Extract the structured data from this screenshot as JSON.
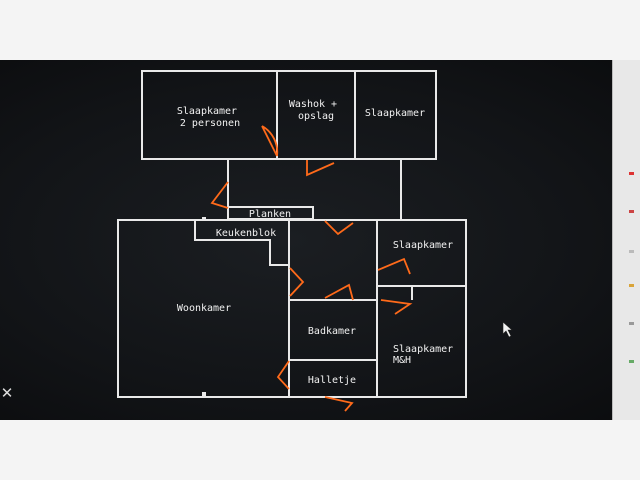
{
  "floorplan": {
    "rooms": [
      {
        "id": "slaapkamer-2p",
        "lines": [
          "Slaapkamer",
          "2 personen"
        ]
      },
      {
        "id": "washok",
        "lines": [
          "Washok +",
          "opslag"
        ]
      },
      {
        "id": "slaapkamer-top",
        "lines": [
          "Slaapkamer"
        ]
      },
      {
        "id": "planken",
        "lines": [
          "Planken"
        ]
      },
      {
        "id": "keukenblok",
        "lines": [
          "Keukenblok"
        ]
      },
      {
        "id": "woonkamer",
        "lines": [
          "Woonkamer"
        ]
      },
      {
        "id": "slaapkamer-right",
        "lines": [
          "Slaapkamer"
        ]
      },
      {
        "id": "badkamer",
        "lines": [
          "Badkamer"
        ]
      },
      {
        "id": "slaapkamer-mh",
        "lines": [
          "Slaapkamer",
          "M&H"
        ]
      },
      {
        "id": "halletje",
        "lines": [
          "Halletje"
        ]
      }
    ],
    "colors": {
      "walls": "#e9e9e9",
      "doors": "#ff6a1a",
      "screen_background": "#121417",
      "text": "#f2f2f2"
    },
    "icons": [
      "close-icon",
      "mouse-cursor-icon"
    ]
  }
}
